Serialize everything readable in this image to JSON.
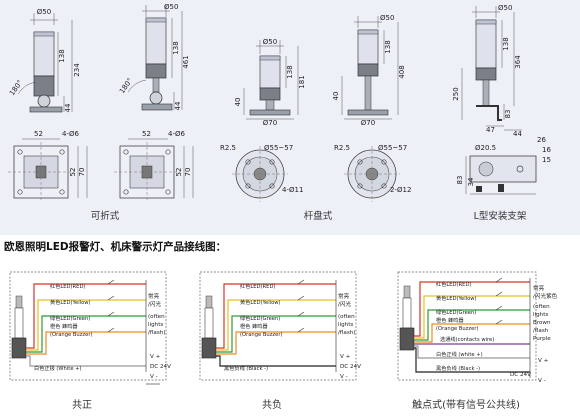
{
  "dimension_section": {
    "units": {
      "d_phi50": "Ø50",
      "d_phi70": "Ø70",
      "d_phi55_57": "Ø55~57",
      "d_phi20_5": "Ø20.5",
      "d_4_phi6": "4-Ø6",
      "d_4_phi11": "4-Ø11",
      "d_2_phi12": "2-Ø12",
      "r25": "R2.5"
    },
    "figure1": {
      "h138": "138",
      "h234": "234",
      "h44": "44",
      "a180": "180°",
      "w52": "52",
      "w70": "70",
      "caption": "可折式"
    },
    "figure2": {
      "h138": "138",
      "h461": "461",
      "h44": "44",
      "a180": "180°",
      "w52": "52",
      "w70": "70"
    },
    "figure3": {
      "h138": "138",
      "h181": "181",
      "h40": "40",
      "caption": "杆盘式"
    },
    "figure4": {
      "h138": "138",
      "h408": "408",
      "h40": "40"
    },
    "figure5": {
      "h138": "138",
      "h364": "364",
      "h250": "250",
      "h83": "83",
      "w47": "47",
      "w44": "44",
      "w26": "26",
      "w16": "16",
      "h15": "15",
      "w83": "83",
      "h34": "34",
      "caption": "L型安装支架"
    }
  },
  "wiring_section": {
    "title": "欧恩照明LED报警灯、机床警示灯产品接线图：",
    "wire_labels": {
      "red": "红色LED(RED)",
      "yellow": "黄色LED(Yellow)",
      "green": "绿色LED(Green)",
      "orange": "橙色 蜂鸣器",
      "orange2": "(Orange Buzzer)",
      "white_common": "白色正极 (White +)",
      "black_common": "黑色负线 (Black -)",
      "white_common3": "白色正线 (white +)",
      "black_common3": "黑色负线 (Black -)",
      "signal": "选通线(contacts wire)"
    },
    "side_labels": {
      "cn": "常亮",
      "flash_cn": "/闪光",
      "en1": "(often",
      "en2": "lights",
      "en3": "/flash)",
      "flash_purple_cn": "/闪光紫色",
      "brown": "Brown",
      "flash_en": "/flash",
      "purple": "Purple",
      "often": "(often",
      "lights": "lights"
    },
    "dc": "DC 24V",
    "v_plus": "V +",
    "v_minus": "V -",
    "captions": {
      "c1": "共正",
      "c2": "共负",
      "c3": "触点式(带有信号公共线)"
    }
  },
  "colors": {
    "red": "#d9342b",
    "yellow": "#e8c020",
    "green": "#2e9a3a",
    "orange": "#ee8a1e",
    "purple": "#7a3fa0",
    "brown": "#8a5a2b"
  }
}
